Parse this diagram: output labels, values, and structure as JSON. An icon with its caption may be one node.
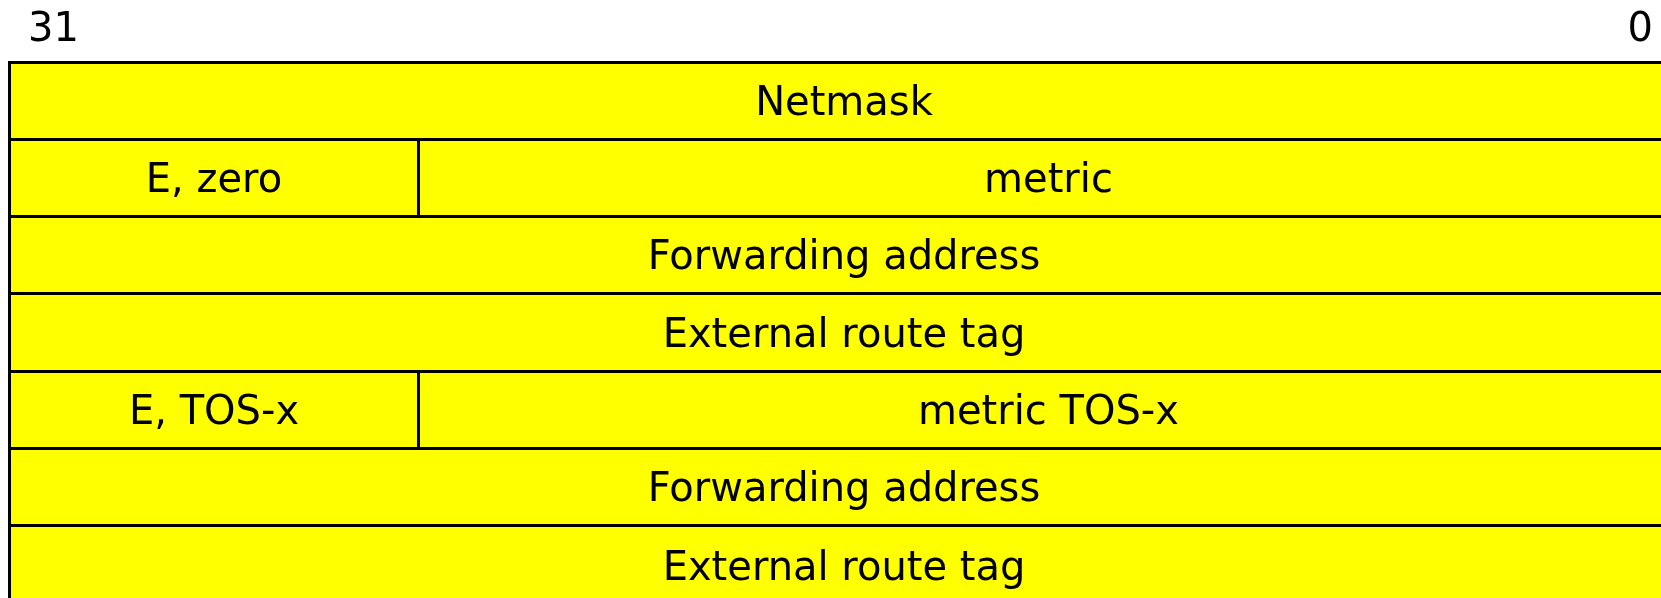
{
  "diagram": {
    "nodes": [
      {
        "text": [
          "Netmask"
        ]
      },
      {
        "text": [
          "E, zero"
        ]
      },
      {
        "text": [
          "metric"
        ]
      },
      {
        "text": [
          "Forwarding address"
        ]
      },
      {
        "text": [
          "External route tag"
        ]
      },
      {
        "text": [
          "E, TOS-x"
        ]
      },
      {
        "text": [
          "metric TOS-x"
        ]
      },
      {
        "text": [
          "Forwarding address"
        ]
      },
      {
        "text": [
          "External route tag"
        ]
      }
    ],
    "labels": [
      "31",
      "0"
    ]
  }
}
